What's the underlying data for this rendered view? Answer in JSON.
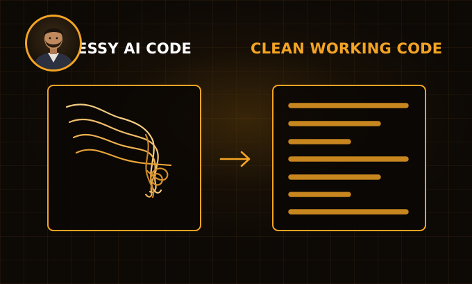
{
  "headings": {
    "messy": "MESSY AI CODE",
    "clean": "CLEAN WORKING CODE"
  },
  "icons": {
    "avatar": "person-portrait",
    "messy_panel": "tangled-lines-icon",
    "clean_panel": "aligned-code-lines-icon",
    "transition": "arrow-right-icon"
  },
  "colors": {
    "accent": "#f3a425",
    "heading_light": "#ffffff",
    "background": "#0d0905"
  }
}
